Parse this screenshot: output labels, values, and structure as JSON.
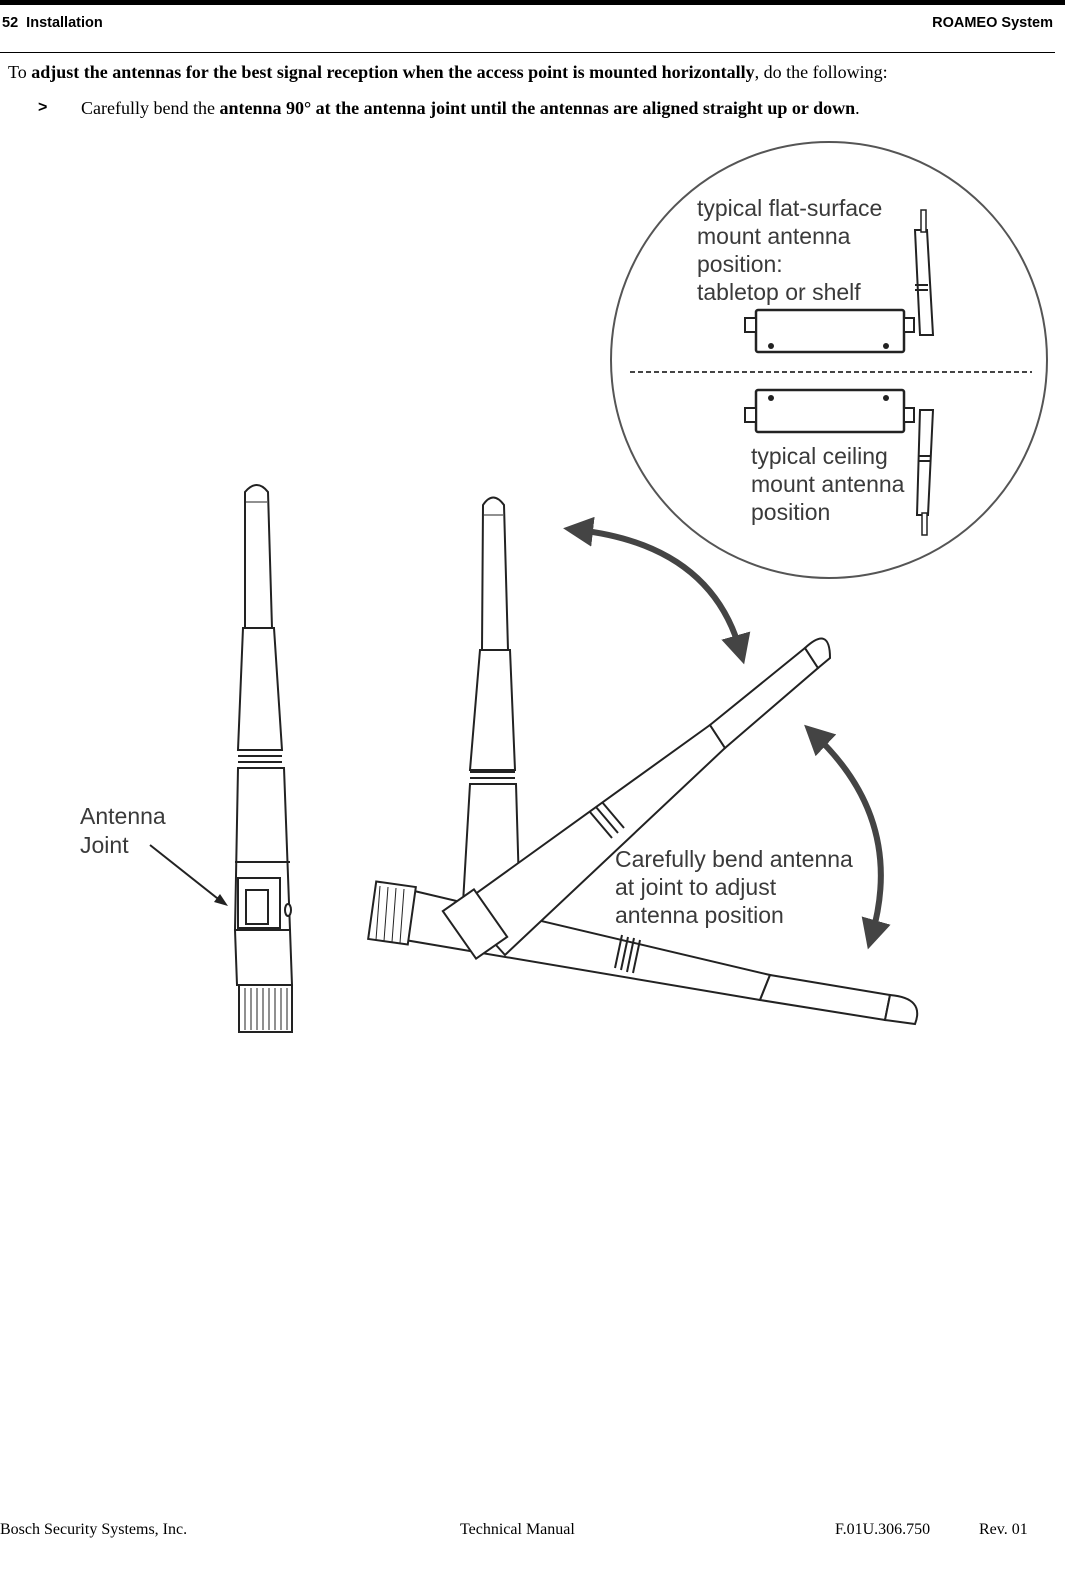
{
  "header": {
    "left": "52  Installation",
    "right": "ROAMEO System"
  },
  "intro": {
    "prefix": "To ",
    "bold": "adjust the antennas for the best signal reception when the access point is mounted horizontally",
    "suffix": ", do the following:"
  },
  "step": {
    "marker": ">",
    "prefix": "Carefully bend the ",
    "bold": "antenna 90° at the antenna joint until the antennas are aligned straight up or down",
    "suffix": "."
  },
  "figure": {
    "inset_top_lines": [
      "typical flat-surface",
      "mount antenna",
      "position:",
      "tabletop or shelf"
    ],
    "inset_bottom_lines": [
      "typical ceiling",
      "mount antenna",
      "position"
    ],
    "joint_label_lines": [
      "Antenna",
      "Joint"
    ],
    "bend_label_lines": [
      "Carefully bend antenna",
      "at joint to adjust",
      "antenna position"
    ]
  },
  "footer": {
    "company": "Bosch Security Systems, Inc.",
    "doc_type": "Technical Manual",
    "doc_number": "F.01U.306.750",
    "revision": "Rev. 01"
  }
}
